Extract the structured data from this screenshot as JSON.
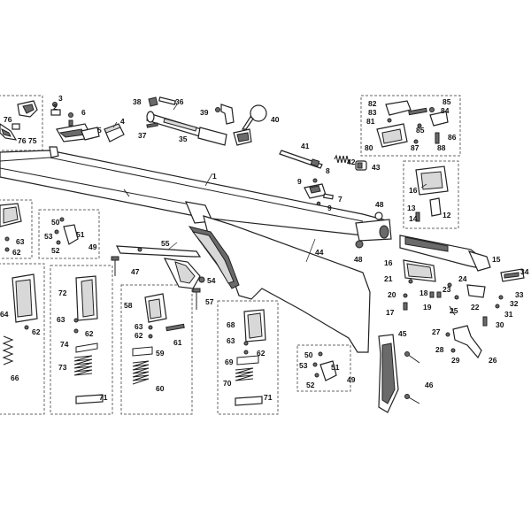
{
  "labels": {
    "p1": "1",
    "p2": "2",
    "p3": "3",
    "p4": "4",
    "p5": "5",
    "p6": "6",
    "p7": "7",
    "p8": "8",
    "p9a": "9",
    "p9b": "9",
    "p12": "12",
    "p13": "13",
    "p14": "14",
    "p15": "15",
    "p16a": "16",
    "p16b": "16",
    "p17": "17",
    "p18": "18",
    "p19": "19",
    "p20": "20",
    "p21": "21",
    "p22": "22",
    "p23": "23",
    "p24": "24",
    "p25": "25",
    "p26": "26",
    "p27": "27",
    "p28": "28",
    "p29": "29",
    "p30": "30",
    "p31": "31",
    "p32": "32",
    "p33": "33",
    "p34": "34",
    "p35": "35",
    "p36": "36",
    "p37": "37",
    "p38": "38",
    "p39": "39",
    "p40": "40",
    "p41": "41",
    "p42": "42",
    "p43": "43",
    "p44": "44",
    "p45": "45",
    "p46": "46",
    "p47": "47",
    "p48a": "48",
    "p48b": "48",
    "p49a": "49",
    "p49b": "49",
    "p50a": "50",
    "p50b": "50",
    "p51a": "51",
    "p51b": "51",
    "p52a": "52",
    "p52b": "52",
    "p53a": "53",
    "p53b": "53",
    "p54": "54",
    "p55": "55",
    "p57": "57",
    "p58": "58",
    "p59": "59",
    "p60": "60",
    "p61": "61",
    "p62a": "62",
    "p62b": "62",
    "p62c": "62",
    "p62d": "62",
    "p62e": "62",
    "p63a": "63",
    "p63b": "63",
    "p63c": "63",
    "p63d": "63",
    "p64": "64",
    "p66": "66",
    "p68": "68",
    "p69": "69",
    "p70": "70",
    "p71a": "71",
    "p71b": "71",
    "p72": "72",
    "p73": "73",
    "p74": "74",
    "p75": "75",
    "p76a": "76",
    "p76b": "76",
    "p80": "80",
    "p81": "81",
    "p82": "82",
    "p83": "83",
    "p84": "84",
    "p85a": "85",
    "p85b": "85",
    "p86": "86",
    "p87": "87",
    "p88": "88"
  }
}
